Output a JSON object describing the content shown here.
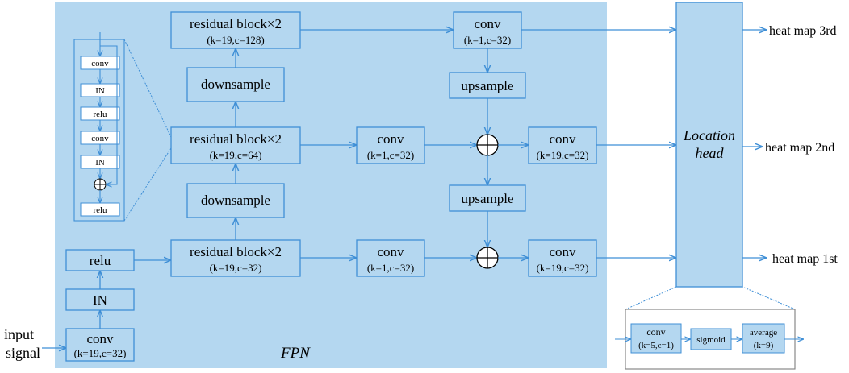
{
  "colors": {
    "panel": "#b4d7f0",
    "line": "#3f8fd6",
    "box_fill": "#b4d7f0"
  },
  "fpn_label": "FPN",
  "input": {
    "line1": "input",
    "line2": "signal"
  },
  "stem": {
    "conv": "conv",
    "conv_params": "(k=19,c=32)",
    "norm": "IN",
    "act": "relu"
  },
  "resblock_detail": [
    "conv",
    "IN",
    "relu",
    "conv",
    "IN",
    "relu"
  ],
  "residual_blocks": [
    {
      "title": "residual block×2",
      "params": "(k=19,c=32)"
    },
    {
      "title": "residual block×2",
      "params": "(k=19,c=64)"
    },
    {
      "title": "residual block×2",
      "params": "(k=19,c=128)"
    }
  ],
  "downsample": [
    "downsample",
    "downsample"
  ],
  "lateral_convs": [
    {
      "title": "conv",
      "params": "(k=1,c=32)"
    },
    {
      "title": "conv",
      "params": "(k=1,c=32)"
    },
    {
      "title": "conv",
      "params": "(k=1,c=32)"
    }
  ],
  "upsample": [
    "upsample",
    "upsample"
  ],
  "output_convs": [
    {
      "title": "conv",
      "params": "(k=19,c=32)"
    },
    {
      "title": "conv",
      "params": "(k=19,c=32)"
    }
  ],
  "location_head": {
    "line1": "Location",
    "line2": "head"
  },
  "outputs": [
    "heat map 3rd",
    "heat map 2nd",
    "heat map 1st"
  ],
  "head_detail": {
    "conv": "conv",
    "conv_params": "(k=5,c=1)",
    "sigmoid": "sigmoid",
    "average": "average",
    "average_params": "(k=9)"
  }
}
